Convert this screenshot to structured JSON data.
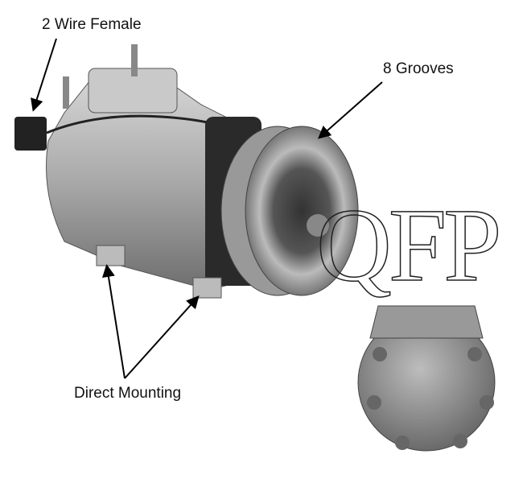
{
  "labels": {
    "wire": "2 Wire Female",
    "grooves": "8 Grooves",
    "mounting": "Direct Mounting"
  },
  "watermark": "QFP"
}
